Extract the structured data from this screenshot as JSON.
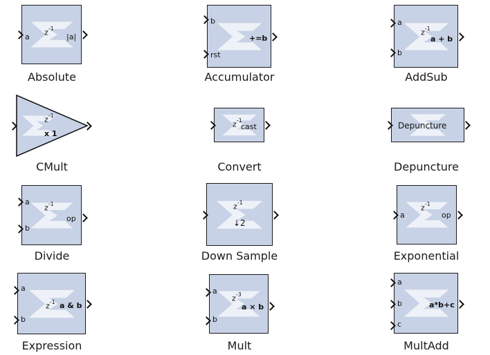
{
  "colors": {
    "block_fill": "#c8d2e6",
    "block_border": "#1a1a1a",
    "logo": "#f2f5fa"
  },
  "blocks": [
    {
      "name": "Absolute",
      "ports_in": [
        "a"
      ],
      "latency": "z",
      "exp": "-1",
      "op": "|a|"
    },
    {
      "name": "Accumulator",
      "ports_in": [
        "b",
        "rst"
      ],
      "op": "+=b"
    },
    {
      "name": "AddSub",
      "ports_in": [
        "a",
        "b"
      ],
      "latency": "z",
      "exp": "-1",
      "op": "a + b"
    },
    {
      "name": "CMult",
      "latency": "z",
      "exp": "-1",
      "op": "x 1"
    },
    {
      "name": "Convert",
      "latency": "z",
      "exp": "-1",
      "op": "cast"
    },
    {
      "name": "Depuncture",
      "op": "Depuncture"
    },
    {
      "name": "Divide",
      "ports_in": [
        "a",
        "b"
      ],
      "latency": "z",
      "exp": "-1",
      "op": "op"
    },
    {
      "name": "Down Sample",
      "latency": "z",
      "exp": "-1",
      "op": "↓2"
    },
    {
      "name": "Exponential",
      "ports_in": [
        "a"
      ],
      "latency": "z",
      "exp": "-1",
      "op": "op"
    },
    {
      "name": "Expression",
      "ports_in": [
        "a",
        "b"
      ],
      "latency": "z",
      "exp": "-1",
      "op": "a & b"
    },
    {
      "name": "Mult",
      "ports_in": [
        "a",
        "b"
      ],
      "latency": "z",
      "exp": "-3",
      "op": "a × b"
    },
    {
      "name": "MultAdd",
      "ports_in": [
        "a",
        "b",
        "c"
      ],
      "op": "a*b+c"
    }
  ]
}
